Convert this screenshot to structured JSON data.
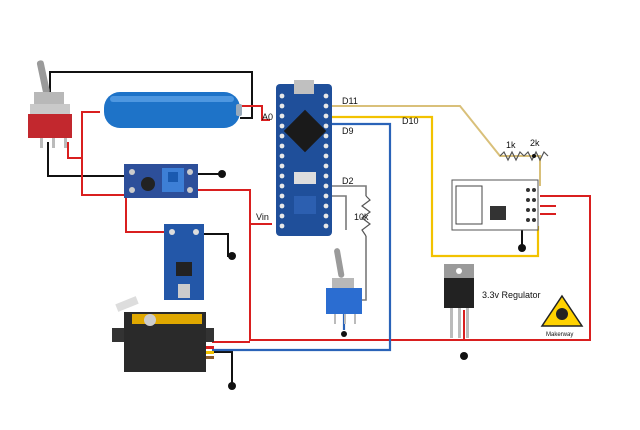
{
  "labels": {
    "d11": "D11",
    "d10": "D10",
    "d9": "D9",
    "d2": "D2",
    "a0": "A0",
    "vin": "Vin",
    "r1k": "1k",
    "r2k": "2k",
    "r10k": "10k",
    "regulator": "3.3v Regulator",
    "logo_text": "Makerway"
  },
  "colors": {
    "red": "#d91f1f",
    "black": "#111111",
    "yellow": "#f2c200",
    "blue": "#2a63b8",
    "tan": "#d9c07a",
    "nano_blue": "#1f4f9a",
    "battery_blue": "#1e73c8"
  },
  "icons": {
    "toggle_top": "toggle-switch-icon",
    "toggle_mid": "toggle-switch-icon",
    "logo": "makerway-logo-icon"
  }
}
